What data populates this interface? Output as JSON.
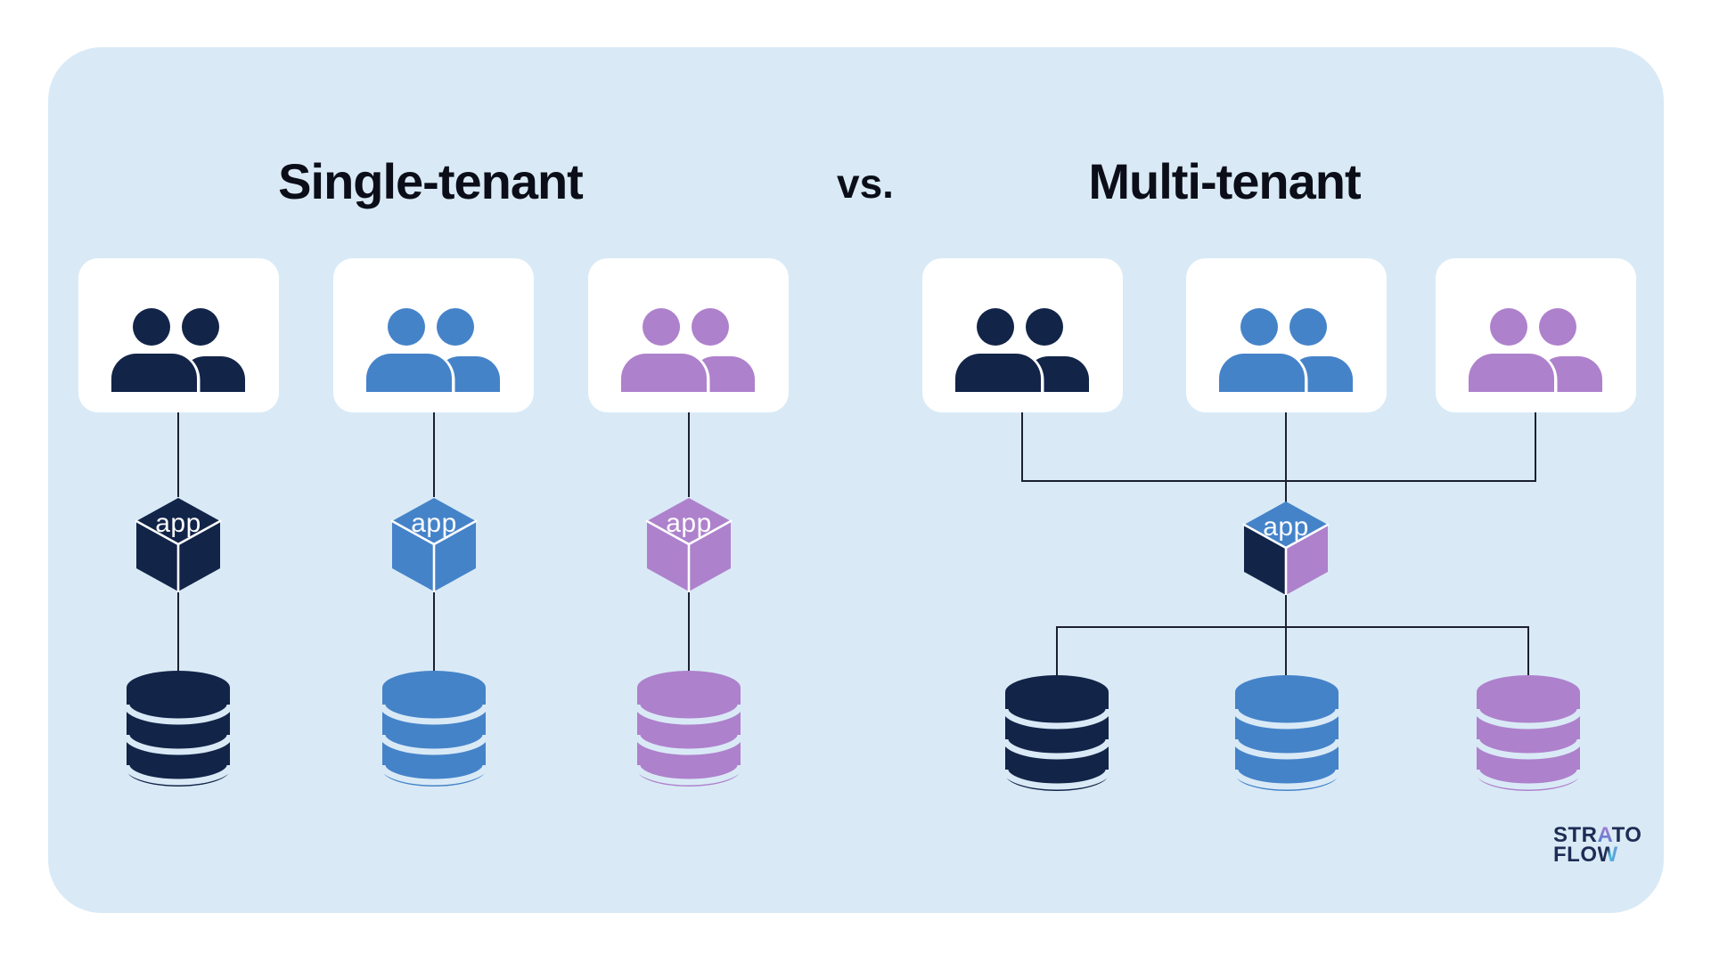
{
  "title_bar": {
    "left": "Single-tenant",
    "separator": "vs.",
    "right": "Multi-tenant"
  },
  "colors": {
    "navy": "#122448",
    "blue": "#4583c9",
    "purple": "#ae81cc",
    "panel": "#d9eaf6",
    "card": "#ffffff",
    "line": "#1c2030",
    "title": "#0b0e18",
    "logo": "#1e2c55",
    "cube_label": "#ffffff"
  },
  "single_tenant": {
    "columns": [
      {
        "name": "tenant-navy",
        "color": "navy",
        "users_icon": "two-users-icon",
        "app_label": "app",
        "database_icon": "database-icon"
      },
      {
        "name": "tenant-blue",
        "color": "blue",
        "users_icon": "two-users-icon",
        "app_label": "app",
        "database_icon": "database-icon"
      },
      {
        "name": "tenant-purple",
        "color": "purple",
        "users_icon": "two-users-icon",
        "app_label": "app",
        "database_icon": "database-icon"
      }
    ]
  },
  "multi_tenant": {
    "user_groups": [
      {
        "name": "group-navy",
        "color": "navy",
        "users_icon": "two-users-icon"
      },
      {
        "name": "group-blue",
        "color": "blue",
        "users_icon": "two-users-icon"
      },
      {
        "name": "group-purple",
        "color": "purple",
        "users_icon": "two-users-icon"
      }
    ],
    "app_label": "app",
    "app_cube_faces": {
      "top": "blue",
      "left": "navy",
      "right": "purple"
    },
    "databases": [
      {
        "color": "navy"
      },
      {
        "color": "blue"
      },
      {
        "color": "purple"
      }
    ]
  },
  "logo": {
    "line1_pre": "STR",
    "line1_accent": "A",
    "line1_post": "TO",
    "line2_pre": "FLO",
    "line2_accent": "W"
  }
}
